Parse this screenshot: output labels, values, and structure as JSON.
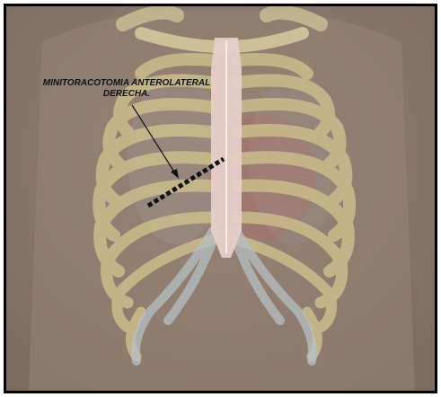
{
  "annotation": {
    "label_line1": "MINITORACOTOMIA ANTEROLATERAL",
    "label_line2": "DERECHA."
  },
  "colors": {
    "background": "#8c7a6e",
    "rib": "#c9b98b",
    "rib_cartilage": "#b7c0c4",
    "sternum": "#e6cfc8",
    "heart": "#b07a75",
    "incision": "#111111",
    "arrow": "#111111"
  },
  "icons": [
    "rib-cage-illustration",
    "incision-line",
    "arrow-pointer"
  ]
}
